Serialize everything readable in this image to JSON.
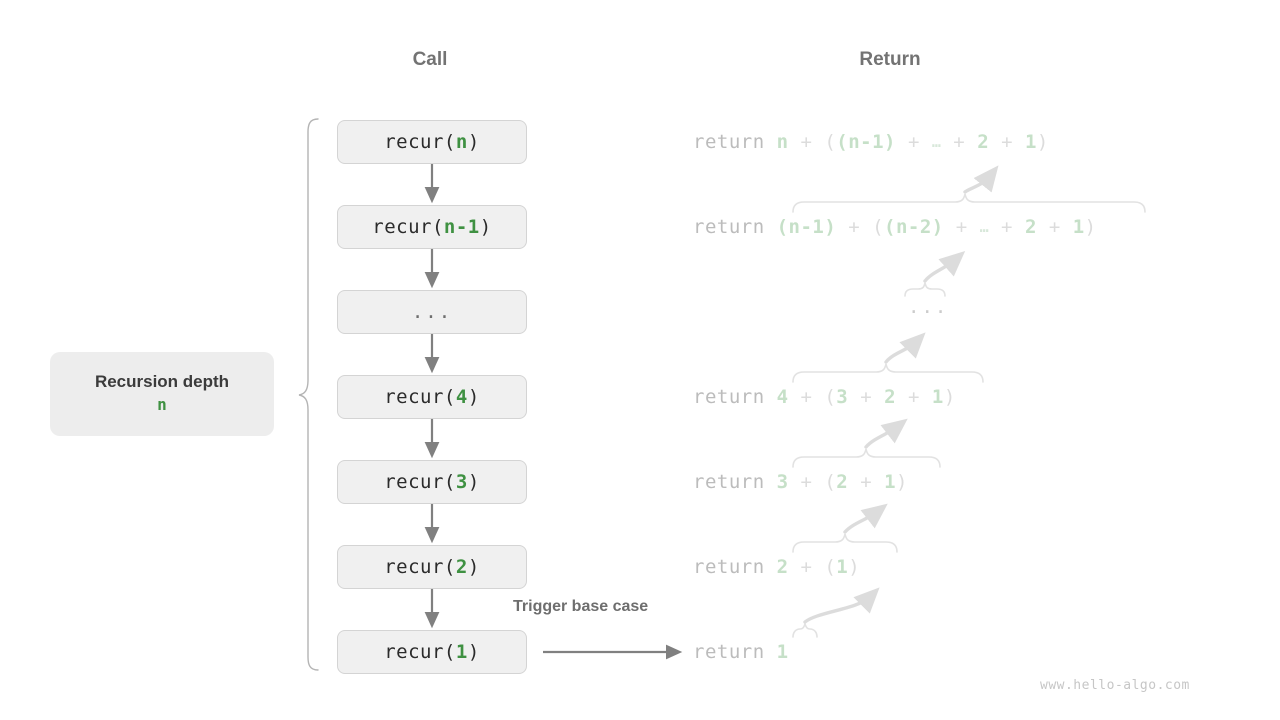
{
  "headers": {
    "call": "Call",
    "return": "Return"
  },
  "depth_panel": {
    "title": "Recursion depth",
    "value": "n"
  },
  "call_stack": [
    {
      "prefix": "recur(",
      "arg": "n",
      "suffix": ")",
      "name": "recur-n"
    },
    {
      "prefix": "recur(",
      "arg": "n-1",
      "suffix": ")",
      "name": "recur-n-1"
    },
    {
      "prefix": "",
      "arg": "",
      "suffix": "",
      "ellipsis": "...",
      "name": "recur-ellipsis"
    },
    {
      "prefix": "recur(",
      "arg": "4",
      "suffix": ")",
      "name": "recur-4"
    },
    {
      "prefix": "recur(",
      "arg": "3",
      "suffix": ")",
      "name": "recur-3"
    },
    {
      "prefix": "recur(",
      "arg": "2",
      "suffix": ")",
      "name": "recur-2"
    },
    {
      "prefix": "recur(",
      "arg": "1",
      "suffix": ")",
      "name": "recur-1"
    }
  ],
  "returns": [
    {
      "keyword": "return ",
      "expr": "n + ((n-1) + … + 2 + 1)",
      "name": "return-n"
    },
    {
      "keyword": "return ",
      "expr": "(n-1) + ((n-2) + … + 2 + 1)",
      "name": "return-n-1"
    },
    {
      "ellipsis": "...",
      "name": "return-ellipsis"
    },
    {
      "keyword": "return ",
      "expr": "4 + (3 + 2 + 1)",
      "name": "return-4"
    },
    {
      "keyword": "return ",
      "expr": "3 + (2 + 1)",
      "name": "return-3"
    },
    {
      "keyword": "return ",
      "expr": "2 + (1)",
      "name": "return-2"
    },
    {
      "keyword": "return ",
      "expr": "1",
      "name": "return-1"
    }
  ],
  "annotations": {
    "trigger_base_case": "Trigger base case"
  },
  "watermark": "www.hello-algo.com",
  "colors": {
    "accent_green": "#3f9142",
    "faded_green": "#c6e0c8",
    "box_fill": "#f0f0f0",
    "box_border": "#d4d4d4",
    "panel_fill": "#ededed",
    "arrow_gray": "#808080",
    "faded_gray": "#dcdcdc",
    "header_gray": "#737373"
  }
}
